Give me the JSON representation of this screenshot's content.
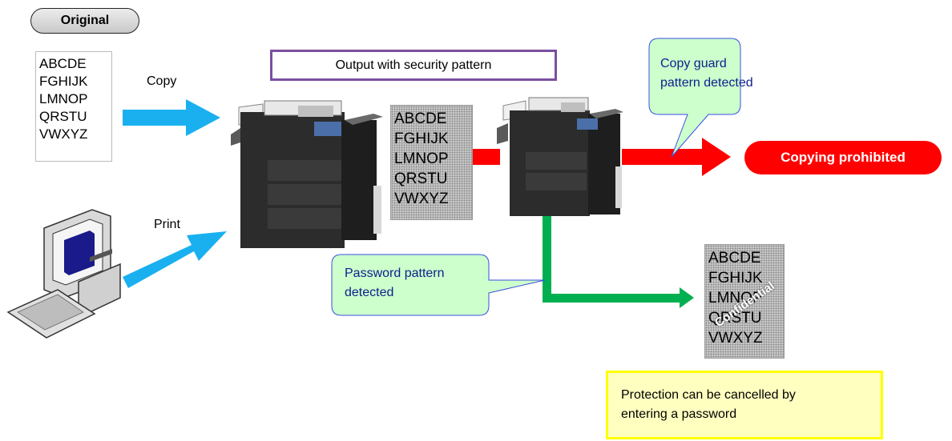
{
  "original": {
    "label": "Original"
  },
  "source_document": {
    "lines": [
      "ABCDE",
      "FGHIJK",
      "LMNOP",
      "QRSTU",
      "VWXYZ"
    ]
  },
  "copy_label": "Copy",
  "print_label": "Print",
  "output_box": {
    "label": "Output with security pattern"
  },
  "patterned_document": {
    "lines": [
      "ABCDE",
      "FGHIJK",
      "LMNOP",
      "QRSTU",
      "VWXYZ"
    ]
  },
  "copy_guard_callout": {
    "line1": "Copy guard",
    "line2": "pattern detected"
  },
  "copying_prohibited": {
    "label": "Copying prohibited"
  },
  "password_callout": {
    "line1": "Password pattern",
    "line2": "detected"
  },
  "result_document": {
    "lines": [
      "ABCDE",
      "FGHIJK",
      "LMNOP",
      "QRSTU",
      "VWXYZ"
    ],
    "watermark": "Confidential"
  },
  "protection_note": {
    "line1": "Protection can be cancelled by",
    "line2": "entering a password"
  },
  "colors": {
    "copy_arrow": "#1ab0f0",
    "print_arrow": "#1ab0f0",
    "blocked_arrow": "#ff0000",
    "allowed_arrow": "#00b050",
    "callout_fill": "#ccffcc",
    "callout_stroke": "#3a4fe0",
    "output_border": "#7b4fa0",
    "note_border": "#ffff00"
  }
}
